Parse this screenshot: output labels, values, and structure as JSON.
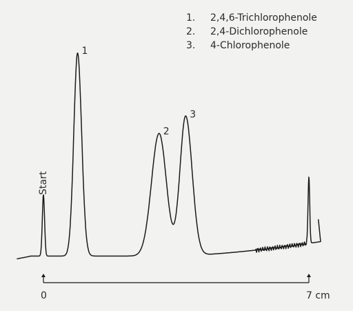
{
  "chart_data": {
    "type": "line",
    "legend": [
      {
        "number": "1.",
        "name": "2,4,6-Trichlorophenole"
      },
      {
        "number": "2.",
        "name": "2,4-Dichlorophenole"
      },
      {
        "number": "3.",
        "name": "4-Chlorophenole"
      }
    ],
    "legend_placement": "top-right",
    "start_label": "Start",
    "axis": {
      "min_label": "0",
      "max_label": "7 cm",
      "xlim": [
        0,
        7
      ],
      "unit": "cm"
    },
    "peaks": [
      {
        "label": "1",
        "position": 0.9,
        "height": 0.98
      },
      {
        "label": "2",
        "position": 3.05,
        "height": 0.6
      },
      {
        "label": "3",
        "position": 3.75,
        "height": 0.68
      }
    ],
    "start_peak": {
      "position": 0.0,
      "height": 0.29
    },
    "front_peak": {
      "position": 7.0,
      "height": 0.37
    },
    "grid": false
  }
}
